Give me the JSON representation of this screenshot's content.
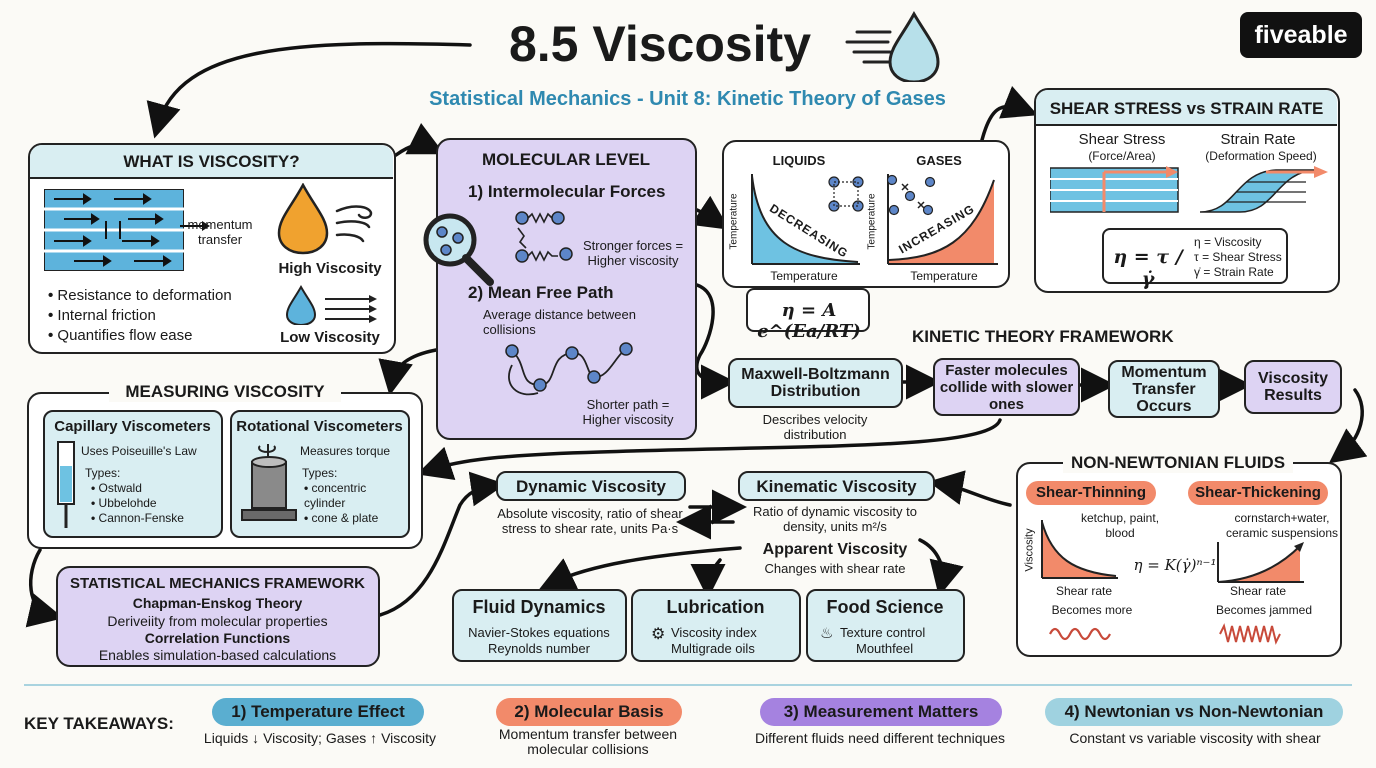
{
  "title": "8.5 Viscosity",
  "subtitle": "Statistical Mechanics - Unit 8: Kinetic Theory of Gases",
  "logo": "fiveable",
  "what": {
    "heading": "WHAT IS VISCOSITY?",
    "momentum": "momentum transfer",
    "high": "High Viscosity",
    "low": "Low Viscosity",
    "bullets": [
      "Resistance to deformation",
      "Internal friction",
      "Quantifies flow ease"
    ]
  },
  "molecular": {
    "heading": "MOLECULAR LEVEL",
    "forces_title": "1) Intermolecular Forces",
    "forces_text": "Stronger forces = Higher viscosity",
    "mfp_title": "2) Mean Free Path",
    "mfp_desc": "Average distance between collisions",
    "mfp_text": "Shorter path = Higher viscosity"
  },
  "temp": {
    "liquids": "LIQUIDS",
    "gases": "GASES",
    "decreasing": "DECREASING",
    "increasing": "INCREASING",
    "axis_y": "Temperature",
    "axis_x": "Temperature",
    "formula": "η = A e^(Ea/RT)"
  },
  "shear": {
    "heading": "SHEAR STRESS vs STRAIN RATE",
    "stress": "Shear Stress",
    "stress_sub": "(Force/Area)",
    "strain": "Strain Rate",
    "strain_sub": "(Deformation Speed)",
    "formula": "η = τ / γ̇",
    "legend": [
      "η = Viscosity",
      "τ = Shear Stress",
      "γ̇ = Strain Rate"
    ]
  },
  "kinetic": {
    "heading": "KINETIC THEORY FRAMEWORK",
    "mb": "Maxwell-Boltzmann Distribution",
    "mb_desc": "Describes velocity distribution",
    "faster": "Faster molecules collide with slower ones",
    "momentum": "Momentum Transfer Occurs",
    "results": "Viscosity Results"
  },
  "measuring": {
    "heading": "MEASURING VISCOSITY",
    "cap_title": "Capillary Viscometers",
    "cap_law": "Uses Poiseuille's Law",
    "cap_types": "Types:",
    "cap_list": [
      "Ostwald",
      "Ubbelohde",
      "Cannon-Fenske"
    ],
    "rot_title": "Rotational Viscometers",
    "rot_desc": "Measures torque",
    "rot_types": "Types:",
    "rot_list": [
      "concentric cylinder",
      "cone & plate"
    ]
  },
  "dynamic": {
    "title": "Dynamic Viscosity",
    "desc": "Absolute viscosity, ratio of shear stress to shear rate, units Pa·s"
  },
  "kinematic": {
    "title": "Kinematic Viscosity",
    "desc": "Ratio of dynamic viscosity to density, units m²/s"
  },
  "apparent": {
    "title": "Apparent Viscosity",
    "desc": "Changes with shear rate"
  },
  "nonnewton": {
    "heading": "NON-NEWTONIAN FLUIDS",
    "thin": "Shear-Thinning",
    "thin_ex": "ketchup, paint, blood",
    "thick": "Shear-Thickening",
    "thick_ex": "cornstarch+water, ceramic suspensions",
    "axis_y": "Viscosity",
    "axis_x": "Shear rate",
    "formula": "η = K(γ̇)ⁿ⁻¹",
    "thin_res": "Becomes more",
    "thick_res": "Becomes jammed"
  },
  "statmech": {
    "heading": "STATISTICAL MECHANICS FRAMEWORK",
    "lines": [
      "Chapman-Enskog Theory",
      "Deriveiity from molecular properties",
      "Correlation Functions",
      "Enables simulation-based calculations"
    ]
  },
  "apps": [
    {
      "title": "Fluid Dynamics",
      "lines": [
        "Navier-Stokes equations",
        "Reynolds number"
      ]
    },
    {
      "title": "Lubrication",
      "lines": [
        "Viscosity index",
        "Multigrade oils"
      ]
    },
    {
      "title": "Food Science",
      "lines": [
        "Texture control",
        "Mouthfeel"
      ]
    }
  ],
  "takeaways": {
    "label": "KEY TAKEAWAYS:",
    "items": [
      {
        "pill": "1) Temperature Effect",
        "text": "Liquids ↓ Viscosity; Gases ↑ Viscosity",
        "color": "#5aaed0"
      },
      {
        "pill": "2) Molecular Basis",
        "text": "Momentum transfer between molecular collisions",
        "color": "#f28a6a"
      },
      {
        "pill": "3) Measurement Matters",
        "text": "Different fluids need different techniques",
        "color": "#a582e0"
      },
      {
        "pill": "4) Newtonian vs Non-Newtonian",
        "text": "Constant vs variable viscosity with shear",
        "color": "#9fd2e0"
      }
    ]
  },
  "colors": {
    "cyan": "#d9eef2",
    "purple": "#ddd3f3",
    "salmon": "#f28a6a",
    "blue": "#5aaed0"
  }
}
